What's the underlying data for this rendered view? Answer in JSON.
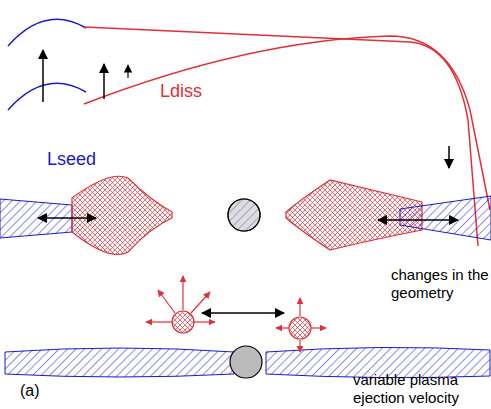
{
  "diagram": {
    "labels": [
      "Lseed",
      "Ldiss",
      "changes in the geometry",
      "variable plasma ejection velocity",
      "(a)"
    ]
  }
}
